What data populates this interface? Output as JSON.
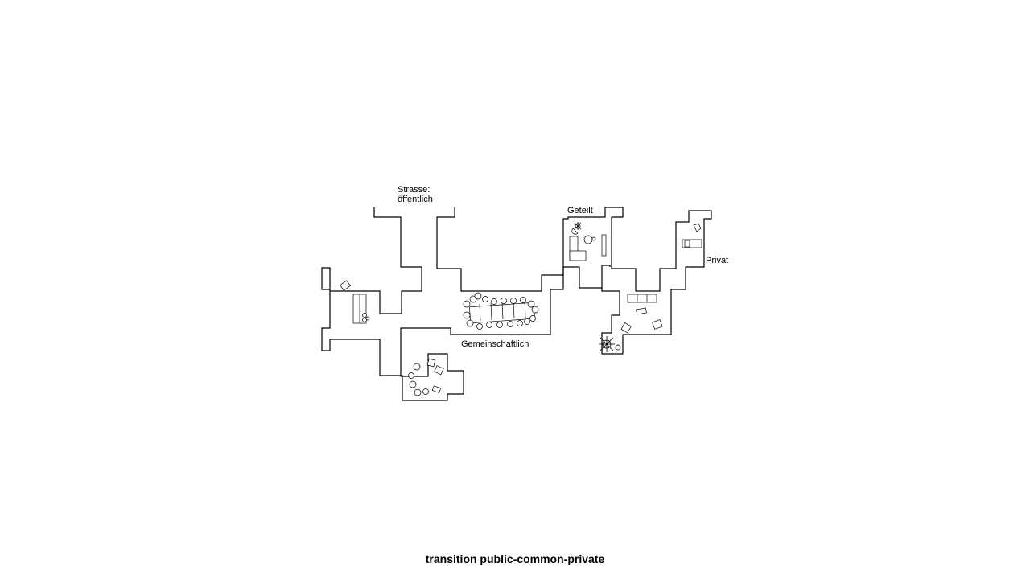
{
  "labels": {
    "street_line1": "Strasse:",
    "street_line2": "öffentlich",
    "shared": "Geteilt",
    "private": "Privat",
    "common": "Gemeinschaftlich"
  },
  "caption": "transition public-common-private"
}
